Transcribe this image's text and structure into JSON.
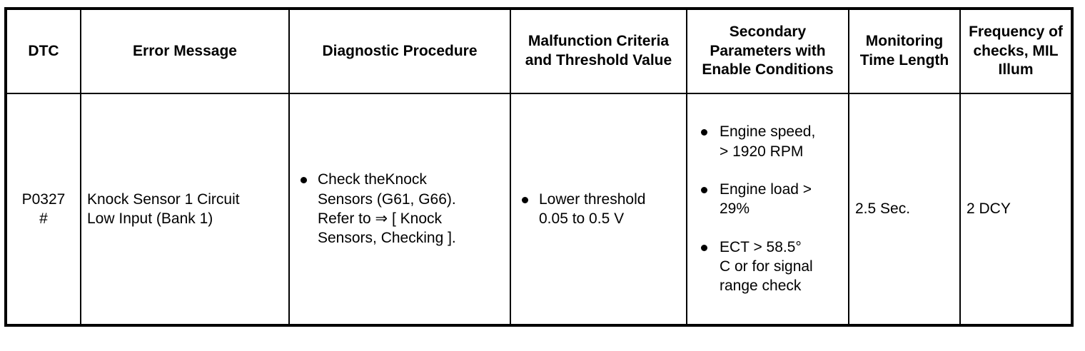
{
  "table": {
    "headers": [
      "DTC",
      "Error Message",
      "Diagnostic Procedure",
      "Malfunction Criteria and Threshold Value",
      "Secondary Parameters with Enable Conditions",
      "Monitoring Time Length",
      "Frequency of checks, MIL Illum"
    ],
    "row": {
      "dtc": "P0327",
      "dtc_suffix": "#",
      "error_message_line1": "Knock Sensor 1 Circuit",
      "error_message_line2": "Low Input (Bank 1)",
      "diagnostic_procedure": [
        {
          "lines": [
            "Check theKnock",
            "Sensors (G61, G66).",
            "Refer to ⇒ [ Knock",
            "Sensors, Checking ]."
          ]
        }
      ],
      "malfunction_criteria": [
        {
          "lines": [
            "Lower threshold",
            "0.05 to 0.5 V"
          ]
        }
      ],
      "secondary_parameters": [
        {
          "lines": [
            "Engine speed,",
            "> 1920 RPM"
          ]
        },
        {
          "lines": [
            "Engine load >",
            "29%"
          ]
        },
        {
          "lines": [
            "ECT > 58.5°",
            "C or for signal",
            "range check"
          ]
        }
      ],
      "monitoring_time_length": "2.5 Sec.",
      "frequency_of_checks": "2 DCY"
    }
  },
  "colors": {
    "border": "#000000",
    "text": "#000000",
    "background": "#ffffff"
  }
}
